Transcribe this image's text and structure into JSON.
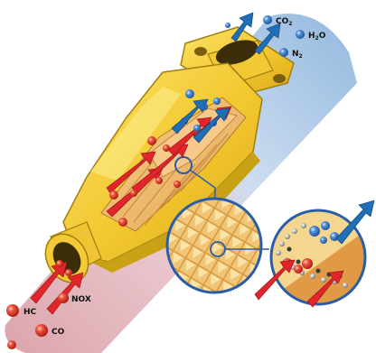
{
  "exhaust_out": [
    {
      "label": "CO",
      "sub": "2"
    },
    {
      "label": "H",
      "sub": "2",
      "tail": "O"
    },
    {
      "label": "N",
      "sub": "2"
    }
  ],
  "exhaust_in": [
    {
      "label": "HC"
    },
    {
      "label": "NOX"
    },
    {
      "label": "CO"
    }
  ],
  "colors": {
    "inlet_band": "#d9a0a8",
    "outlet_band": "#8fb6dc",
    "converter_yellow": "#f6d23c",
    "converter_shadow": "#c9a114",
    "arrow_red": "#e0262a",
    "arrow_blue": "#1e6fb8",
    "molecule_red": "#e8432f",
    "molecule_blue": "#3d7fcc",
    "zoom_ring": "#2a5da8"
  }
}
